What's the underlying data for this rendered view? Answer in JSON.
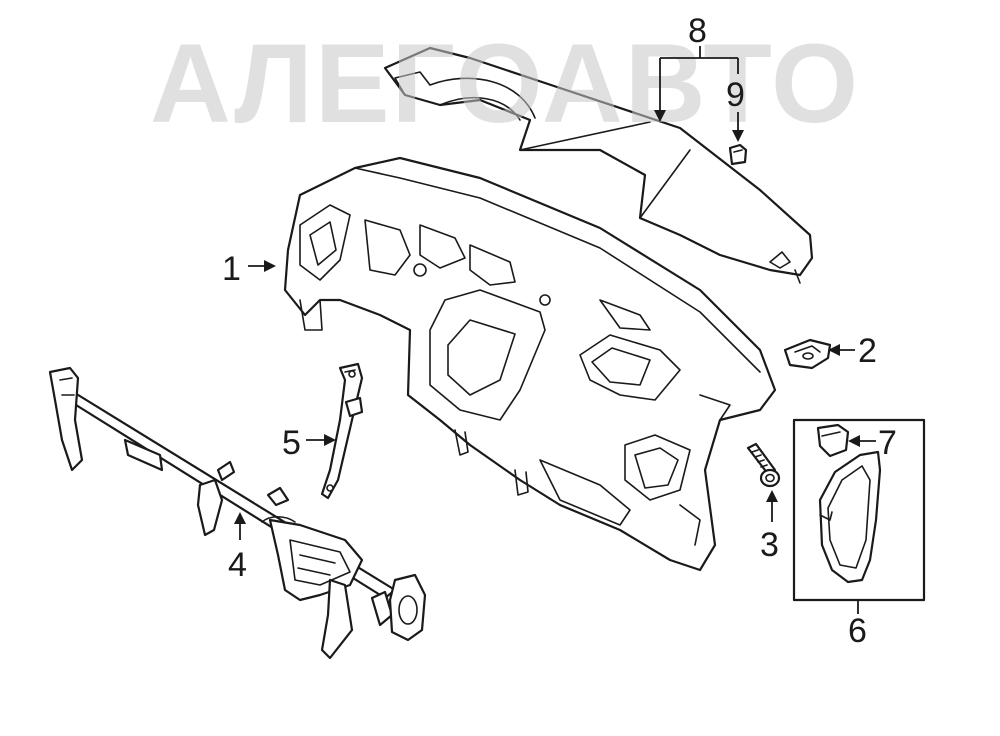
{
  "watermark": {
    "text": "АЛЕГОАВТО"
  },
  "parts": [
    {
      "id": "panel",
      "label": "1"
    },
    {
      "id": "bracket",
      "label": "2"
    },
    {
      "id": "screw",
      "label": "3"
    },
    {
      "id": "crossbar",
      "label": "4"
    },
    {
      "id": "brace",
      "label": "5"
    },
    {
      "id": "endcover-box",
      "label": "6"
    },
    {
      "id": "clip",
      "label": "7"
    },
    {
      "id": "top-cover",
      "label": "8"
    },
    {
      "id": "small-clip",
      "label": "9"
    }
  ]
}
